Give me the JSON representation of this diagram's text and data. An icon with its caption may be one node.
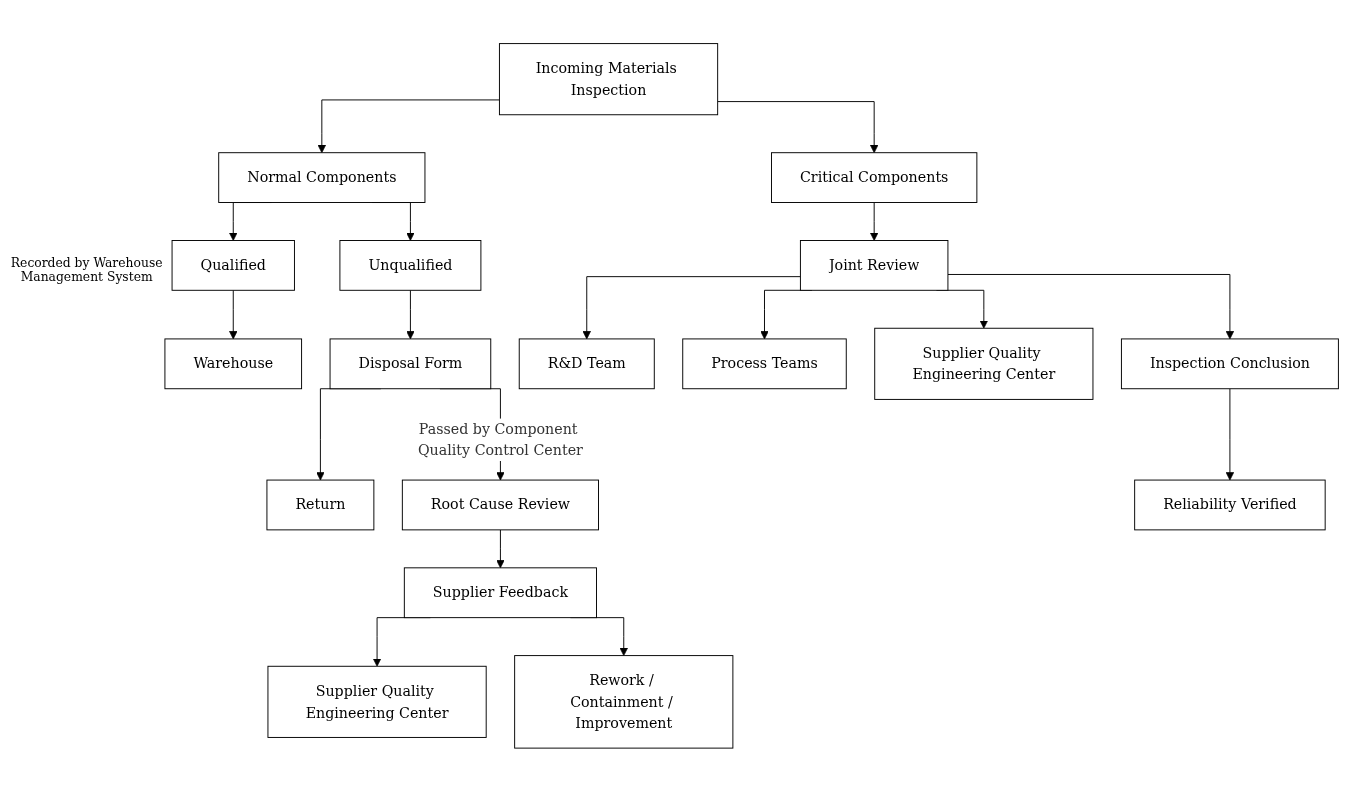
{
  "diagram": {
    "nodes": [
      {
        "text": [
          "Incoming Materials Inspection"
        ]
      },
      {
        "text": [
          "Normal Components"
        ]
      },
      {
        "text": [
          "Critical Components"
        ]
      },
      {
        "text": [
          "Qualified"
        ],
        "beside": [
          "Recorded by Warehouse Management System"
        ]
      },
      {
        "text": [
          "Unqualified"
        ]
      },
      {
        "text": [
          "Warehouse"
        ]
      },
      {
        "text": [
          "Disposal Form"
        ]
      },
      {
        "text": [
          "Return"
        ]
      },
      {
        "text": [
          "Root Cause Review"
        ]
      },
      {
        "text": [
          "Supplier Feedback"
        ]
      },
      {
        "text": [
          "Supplier Quality Engineering Center"
        ]
      },
      {
        "text": [
          "Rework / Containment / Improvement"
        ]
      },
      {
        "text": [
          "Joint Review"
        ]
      },
      {
        "text": [
          "R&D Team"
        ]
      },
      {
        "text": [
          "Process Teams"
        ]
      },
      {
        "text": [
          "Supplier Quality Engineering Center"
        ]
      },
      {
        "text": [
          "Inspection Conclusion"
        ]
      },
      {
        "text": [
          "Reliability Verified"
        ]
      }
    ],
    "edges": [
      {
        "from": 0,
        "to": 1,
        "arrow": "to"
      },
      {
        "from": 0,
        "to": 2,
        "arrow": "to"
      },
      {
        "from": 1,
        "to": 3,
        "arrow": "to"
      },
      {
        "from": 1,
        "to": 4,
        "arrow": "to"
      },
      {
        "from": 3,
        "to": 5,
        "arrow": "to"
      },
      {
        "from": 4,
        "to": 6,
        "arrow": "to"
      },
      {
        "from": 6,
        "to": 7,
        "arrow": "to"
      },
      {
        "from": 6,
        "to": 8,
        "arrow": "to",
        "label": "Passed by Component Quality Control Center"
      },
      {
        "from": 8,
        "to": 9,
        "arrow": "to"
      },
      {
        "from": 9,
        "to": 10,
        "arrow": "to"
      },
      {
        "from": 9,
        "to": 11,
        "arrow": "to"
      },
      {
        "from": 2,
        "to": 12,
        "arrow": "to"
      },
      {
        "from": 12,
        "to": 13,
        "arrow": "to"
      },
      {
        "from": 12,
        "to": 14,
        "arrow": "to"
      },
      {
        "from": 12,
        "to": 15,
        "arrow": "to"
      },
      {
        "from": 12,
        "to": 16,
        "arrow": "to"
      },
      {
        "from": 16,
        "to": 17,
        "arrow": "to"
      }
    ]
  }
}
